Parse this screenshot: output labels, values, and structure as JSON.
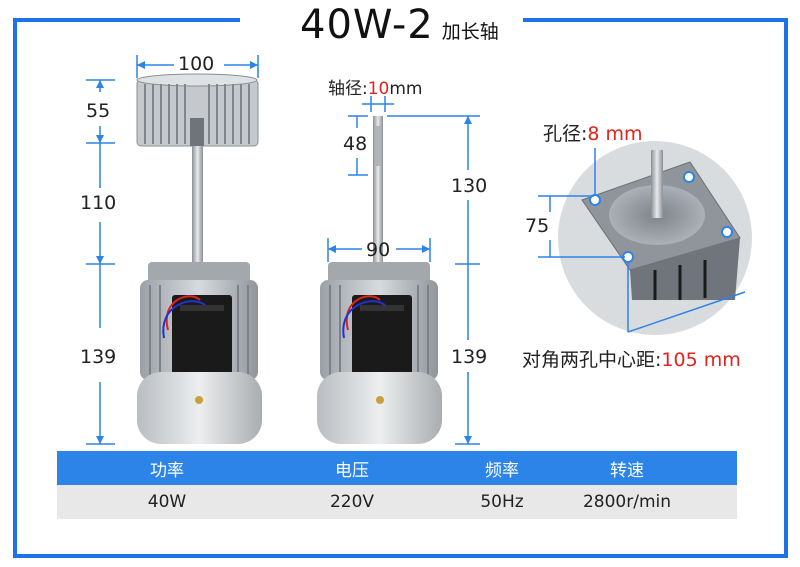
{
  "title": {
    "main": "40W-2",
    "sub": "加长轴"
  },
  "dimensions": {
    "fan_width": "100",
    "fan_height": "55",
    "shaft_length_left": "110",
    "motor_height_left": "139",
    "shaft_diameter_label": "轴径:",
    "shaft_diameter_value": "10",
    "shaft_diameter_unit": "mm",
    "shaft_flat": "48",
    "shaft_length_right": "130",
    "motor_width": "90",
    "motor_height_right": "139",
    "hole_diameter_label": "孔径:",
    "hole_diameter_value": "8 mm",
    "hole_offset": "75",
    "diagonal_label": "对角两孔中心距:",
    "diagonal_value": "105 mm"
  },
  "specs": {
    "headers": [
      "功率",
      "电压",
      "频率",
      "转速"
    ],
    "values": [
      "40W",
      "220V",
      "50Hz",
      "2800r/min"
    ]
  },
  "colors": {
    "frame": "#1e73e8",
    "table_header": "#2c83e8",
    "highlight": "#e0241b"
  }
}
